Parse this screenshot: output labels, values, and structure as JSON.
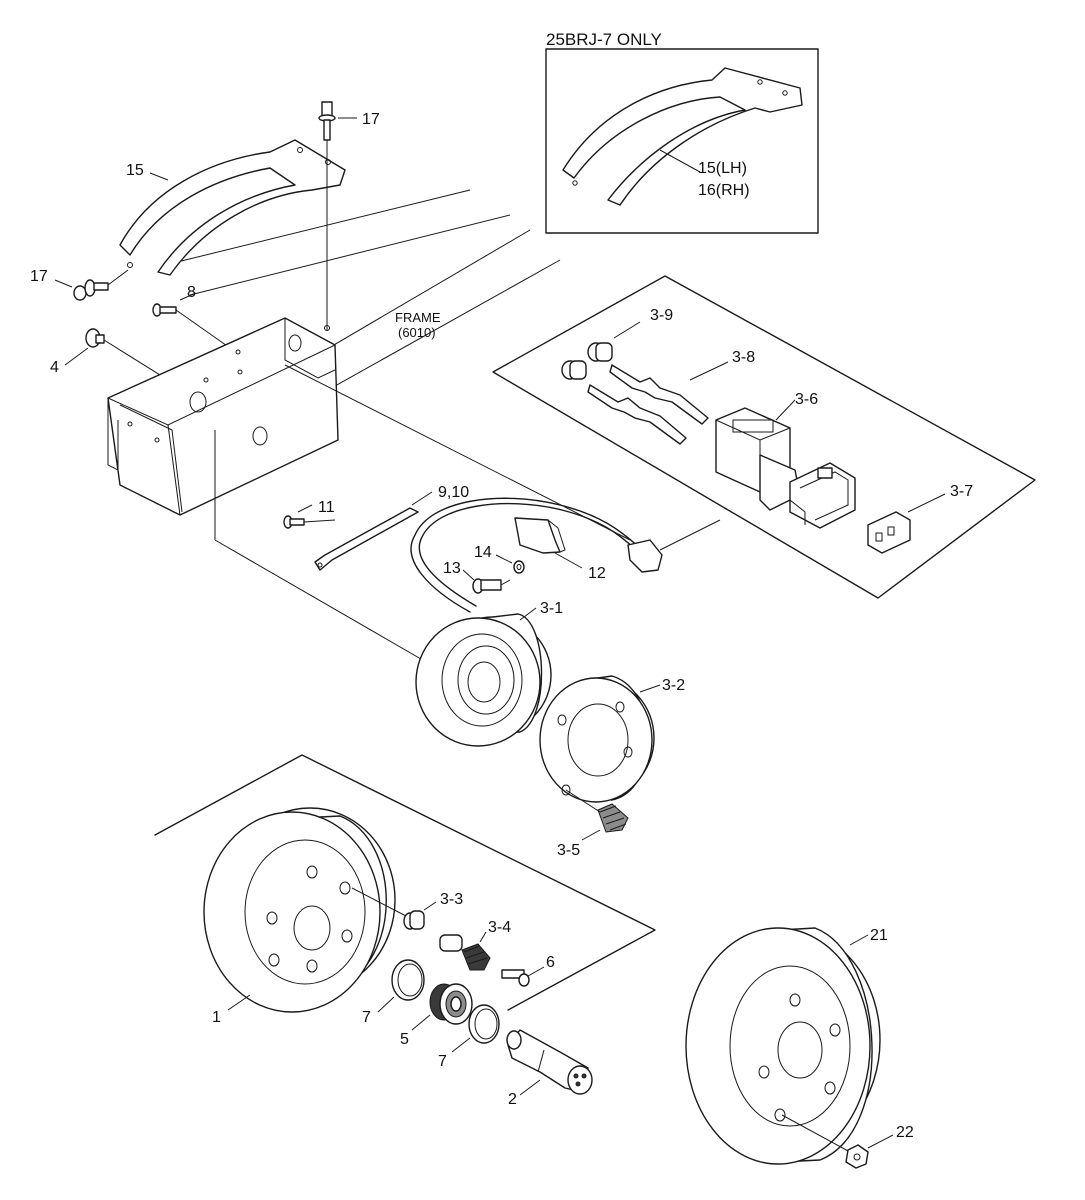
{
  "inset": {
    "title": "25BRJ-7 ONLY",
    "labels": [
      "15(LH)",
      "16(RH)"
    ]
  },
  "frame_label": [
    "FRAME",
    "(6010)"
  ],
  "callouts": {
    "p17a": "17",
    "p15": "15",
    "p17b": "17",
    "p8": "8",
    "p4": "4",
    "p3_9": "3-9",
    "p3_8": "3-8",
    "p3_6": "3-6",
    "p3_7": "3-7",
    "p11": "11",
    "p9_10": "9,10",
    "p14": "14",
    "p13": "13",
    "p12": "12",
    "p3_1": "3-1",
    "p3_2": "3-2",
    "p3_5": "3-5",
    "p3_3": "3-3",
    "p3_4": "3-4",
    "p6": "6",
    "p1": "1",
    "p7a": "7",
    "p5": "5",
    "p7b": "7",
    "p2": "2",
    "p21": "21",
    "p22": "22"
  }
}
